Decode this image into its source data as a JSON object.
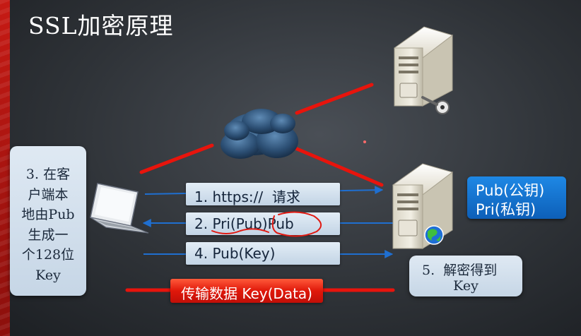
{
  "title": "SSL加密原理",
  "left_box": {
    "lines": [
      "3.  在客",
      "户端本",
      "地由Pub",
      "生成一",
      "个128位",
      "Key"
    ]
  },
  "messages": [
    {
      "text": "1. https://  请求",
      "direction": "to-server"
    },
    {
      "text": "2. Pri(Pub)Pub",
      "direction": "to-client"
    },
    {
      "text": "4. Pub(Key)",
      "direction": "to-server"
    }
  ],
  "key_box": {
    "line1": "Pub(公钥)",
    "line2": "Pri(私钥)"
  },
  "step5": {
    "line1": "5.  解密得到",
    "line2": "Key"
  },
  "transfer": {
    "label": "传输数据 Key(Data)"
  },
  "colors": {
    "accent_red": "#e0180a",
    "key_blue": "#1e88e5",
    "arrow_blue": "#1f6fd0",
    "line_red": "#e8140c"
  },
  "icons": [
    "laptop-icon",
    "cloud-icon",
    "server-with-key-icon",
    "server-with-globe-icon",
    "key-icon",
    "globe-icon"
  ]
}
